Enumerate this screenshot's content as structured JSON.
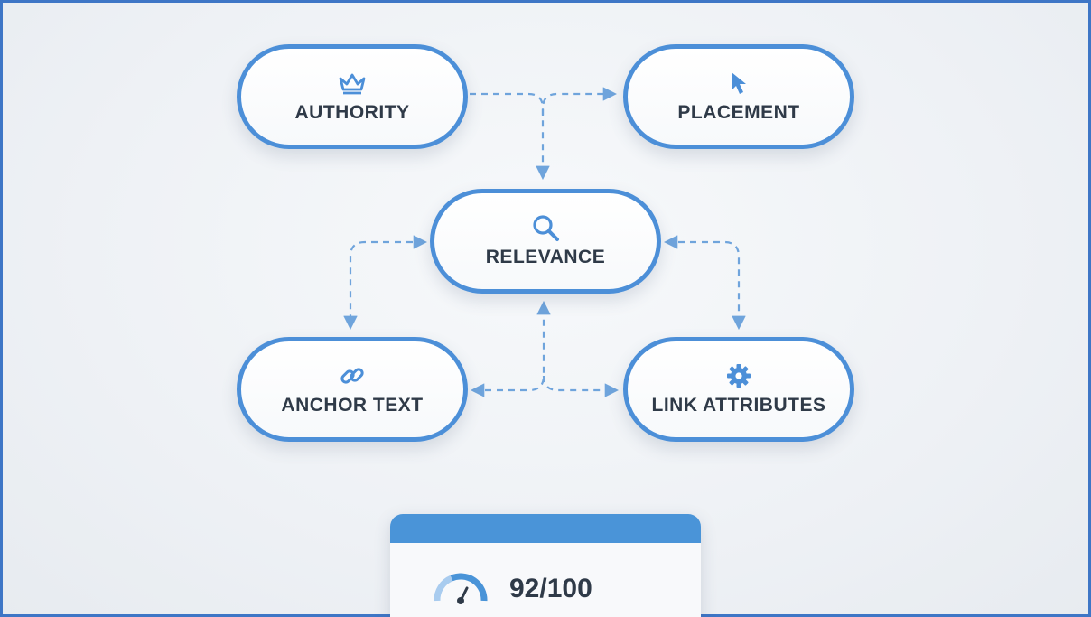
{
  "nodes": {
    "authority": {
      "label": "AUTHORITY",
      "icon": "crown-icon"
    },
    "placement": {
      "label": "PLACEMENT",
      "icon": "cursor-arrow-icon"
    },
    "relevance": {
      "label": "RELEVANCE",
      "icon": "magnifier-icon"
    },
    "anchor_text": {
      "label": "ANCHOR TEXT",
      "icon": "chain-link-icon"
    },
    "link_attributes": {
      "label": "LINK ATTRIBUTES",
      "icon": "gear-icon"
    }
  },
  "edges": [
    {
      "from": "AUTHORITY",
      "to": "PLACEMENT"
    },
    {
      "from": "AUTHORITY",
      "to": "RELEVANCE"
    },
    {
      "from": "RELEVANCE",
      "to": "ANCHOR TEXT"
    },
    {
      "from": "RELEVANCE",
      "to": "LINK ATTRIBUTES"
    },
    {
      "from": "ANCHOR TEXT",
      "to": "RELEVANCE"
    },
    {
      "from": "LINK ATTRIBUTES",
      "to": "RELEVANCE"
    }
  ],
  "score_card": {
    "value": "92/100",
    "icon": "gauge-icon",
    "level": 0.92
  },
  "colors": {
    "accent": "#4c8fd8",
    "text": "#2f3a48",
    "frame": "#3e76c6",
    "connector": "#6fa4dc"
  }
}
